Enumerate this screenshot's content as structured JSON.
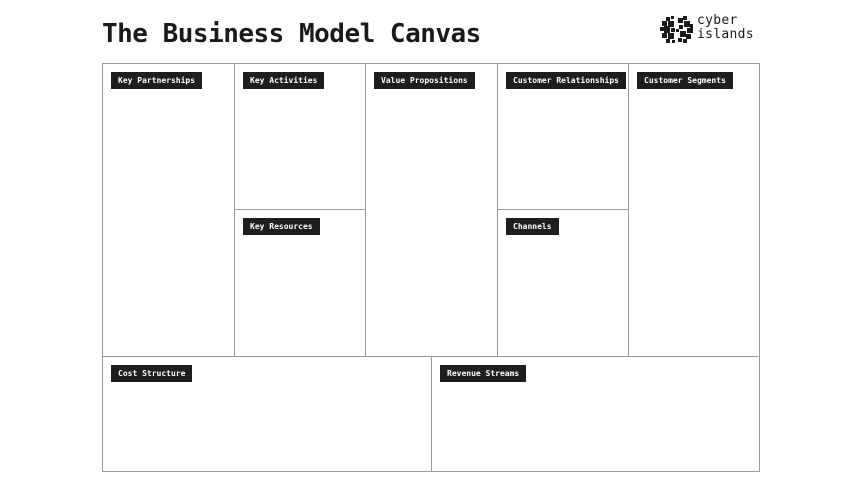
{
  "page": {
    "title": "The Business Model Canvas"
  },
  "logo": {
    "line1": "cyber",
    "line2": "islands",
    "icon": "cyber-islands-logo-mark"
  },
  "blocks": {
    "key_partnerships": "Key Partnerships",
    "key_activities": "Key Activities",
    "key_resources": "Key Resources",
    "value_propositions": "Value Propositions",
    "customer_relationships": "Customer Relationships",
    "channels": "Channels",
    "customer_segments": "Customer Segments",
    "cost_structure": "Cost Structure",
    "revenue_streams": "Revenue Streams"
  },
  "colors": {
    "label_bg": "#1e1e1e",
    "label_text": "#ffffff",
    "border": "#9a9a9a",
    "title": "#1a1a1a"
  }
}
